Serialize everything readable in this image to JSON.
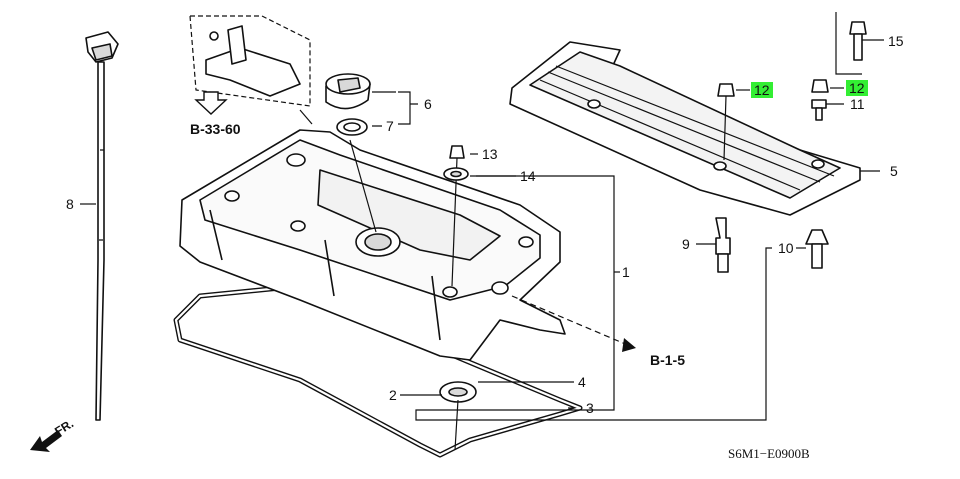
{
  "callouts": {
    "c1": "1",
    "c2": "2",
    "c3": "3",
    "c4": "4",
    "c5": "5",
    "c6": "6",
    "c7": "7",
    "c8": "8",
    "c9": "9",
    "c10": "10",
    "c11": "11",
    "c12a": "12",
    "c12b": "12",
    "c13": "13",
    "c14": "14",
    "c15": "15"
  },
  "references": {
    "b3360": "B-33-60",
    "b15": "B-1-5",
    "front": "FR."
  },
  "diagram_code": "S6M1−E0900B",
  "colors": {
    "highlight": "#33ee33",
    "line": "#111111"
  }
}
